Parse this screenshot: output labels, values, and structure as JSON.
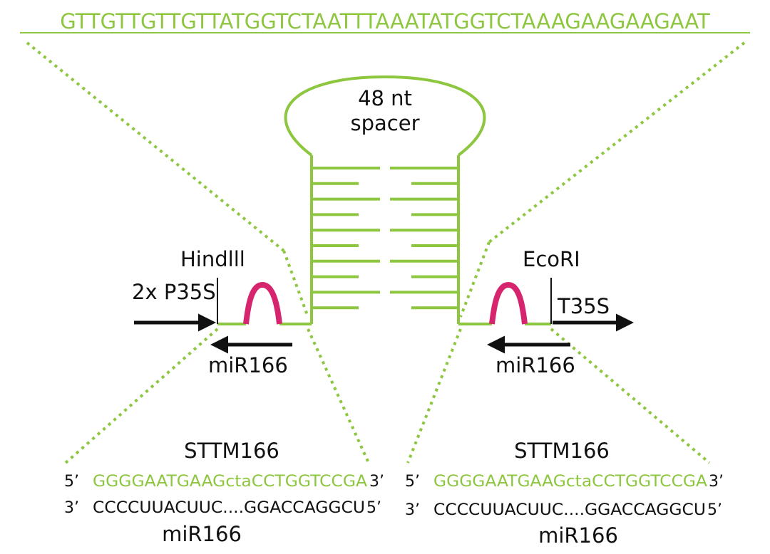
{
  "colors": {
    "green": "#8dc63f",
    "magenta": "#d6246e",
    "black": "#111111"
  },
  "spacer_sequence": "GTTGTTGTTGTTATGGTCTAATTTAAATATGGTCTAAAGAAGAAGAAT",
  "loop_label": [
    "48 nt",
    "spacer"
  ],
  "promoter_label": "2x P35S",
  "terminator_label": "T35S",
  "site_left": "Hindlll",
  "site_right": "EcoRI",
  "mirna_left": "miR166",
  "mirna_right": "miR166",
  "panel_left": {
    "title": "STTM166",
    "top_5prime": "5’",
    "top_seq": "GGGGAATGAAGctaCCTGGTCCGA",
    "top_3prime": "3’",
    "bottom_3prime": "3’",
    "bottom_seq": "CCCCUUACUUC....GGACCAGGCU",
    "bottom_5prime": "5’",
    "caption": "miR166"
  },
  "panel_right": {
    "title": "STTM166",
    "top_5prime": "5’",
    "top_seq": "GGGGAATGAAGctaCCTGGTCCGA",
    "top_3prime": "3’",
    "bottom_3prime": "3’",
    "bottom_seq": "CCCCUUACUUC....GGACCAGGCU",
    "bottom_5prime": "5’",
    "caption": "miR166"
  },
  "stem_pairs": 10
}
